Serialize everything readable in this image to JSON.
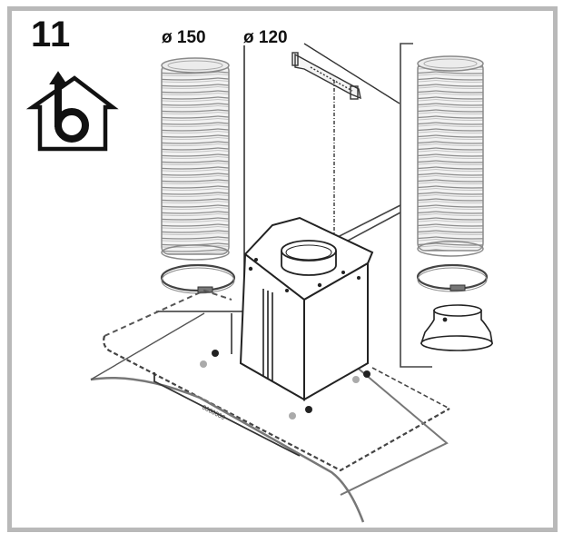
{
  "step": {
    "number": "11"
  },
  "labels": {
    "diameter_150": "ø 150",
    "diameter_120": "ø 120"
  },
  "icons": {
    "ducted_exhaust_house": "house-with-upward-arrow-icon"
  },
  "parts": [
    {
      "name": "flexible-duct-150",
      "position": "left"
    },
    {
      "name": "hose-clamp-150",
      "position": "left"
    },
    {
      "name": "wall-bracket",
      "position": "top-center"
    },
    {
      "name": "flexible-duct-120",
      "position": "right"
    },
    {
      "name": "hose-clamp-120",
      "position": "right"
    },
    {
      "name": "reducer-150-120",
      "position": "right"
    },
    {
      "name": "motor-housing",
      "position": "center"
    },
    {
      "name": "glass-canopy",
      "position": "bottom"
    }
  ],
  "colors": {
    "frame": "#b9b9b9",
    "line": "#222222",
    "duct": "#9a9a9a",
    "grey_dot": "#a0a0a0"
  }
}
